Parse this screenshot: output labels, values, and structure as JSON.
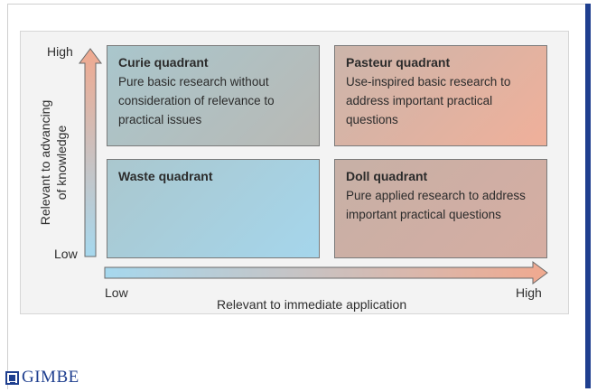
{
  "diagram": {
    "y_axis": {
      "label_line1": "Relevant to advancing",
      "label_line2": "of knowledge",
      "high": "High",
      "low": "Low"
    },
    "x_axis": {
      "label": "Relevant to immediate application",
      "low": "Low",
      "high": "High"
    },
    "quadrants": [
      {
        "title": "Curie quadrant",
        "description": "Pure basic research without consideration of relevance to practical issues"
      },
      {
        "title": "Pasteur quadrant",
        "description": "Use-inspired basic research to address important practical questions"
      },
      {
        "title": "Waste quadrant",
        "description": ""
      },
      {
        "title": "Doll quadrant",
        "description": "Pure applied research to address important practical questions"
      }
    ]
  },
  "logo": {
    "text": "GIMBE"
  },
  "colors": {
    "arrow_start": "#a6d8ee",
    "arrow_end": "#f0a98f",
    "brand_blue": "#1f3f8f"
  }
}
